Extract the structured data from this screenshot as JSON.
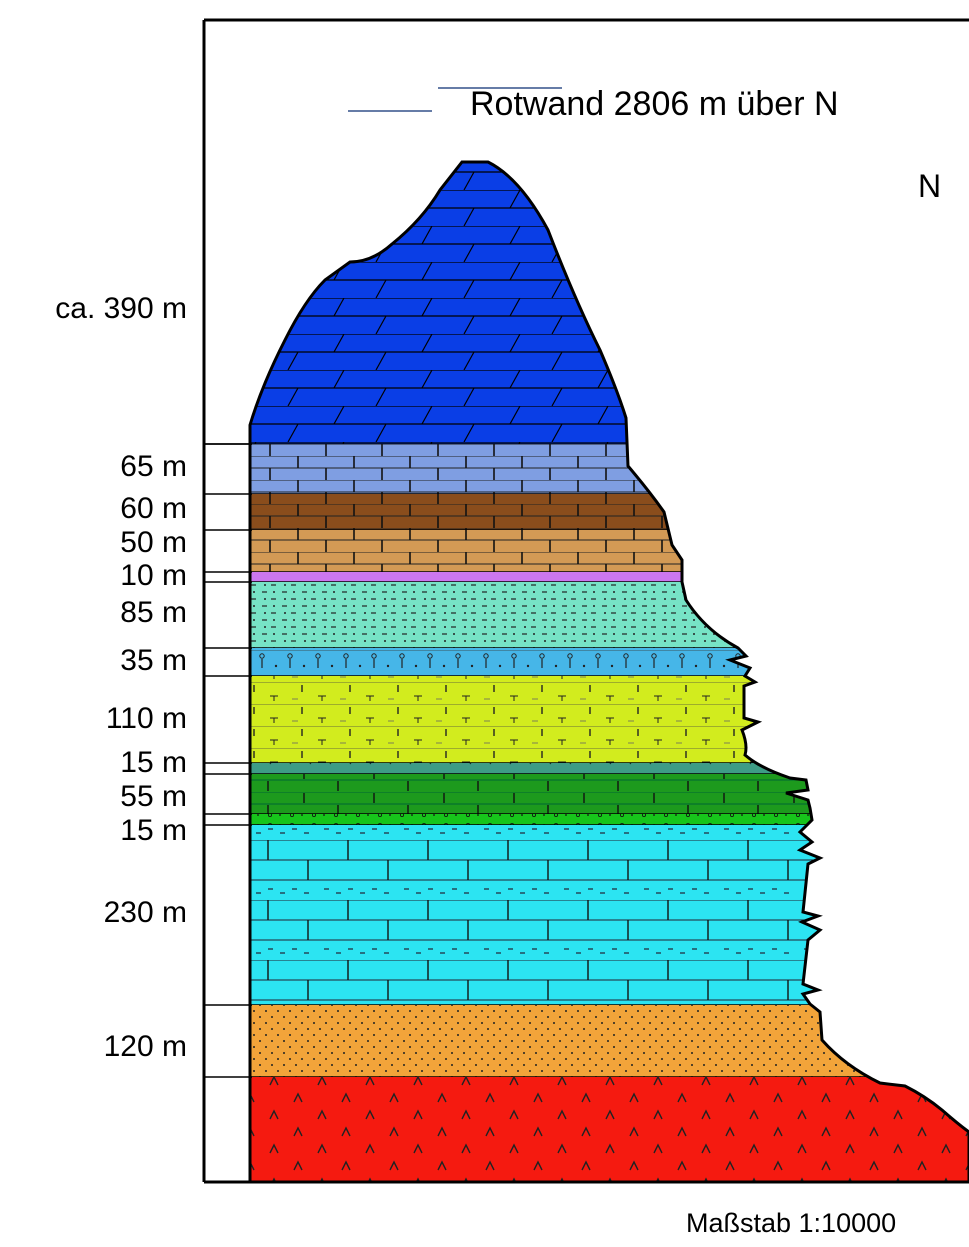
{
  "title": "Rotwand 2806 m über N",
  "side_mark": "N",
  "scale": "Maßstab 1:10000",
  "layers": [
    {
      "thickness": "ca. 390 m",
      "color": "#0a3ee6"
    },
    {
      "thickness": "65 m",
      "color": "#7f9ee2"
    },
    {
      "thickness": "60 m",
      "color": "#8a4d1c"
    },
    {
      "thickness": "50 m",
      "color": "#d39a55"
    },
    {
      "thickness": "10 m",
      "color": "#cc77ee"
    },
    {
      "thickness": "85 m",
      "color": "#77e3c6"
    },
    {
      "thickness": "35 m",
      "color": "#46b6e8"
    },
    {
      "thickness": "110 m",
      "color": "#d2ec1e"
    },
    {
      "thickness": "15 m",
      "color": "#3e9c86"
    },
    {
      "thickness": "55 m",
      "color": "#1d9a1d"
    },
    {
      "thickness": "15 m",
      "color": "#17c51b"
    },
    {
      "thickness": "230 m",
      "color": "#2ce4f2"
    },
    {
      "thickness": "120 m",
      "color": "#f2a43a"
    },
    {
      "thickness": "",
      "color": "#f51a10"
    }
  ]
}
